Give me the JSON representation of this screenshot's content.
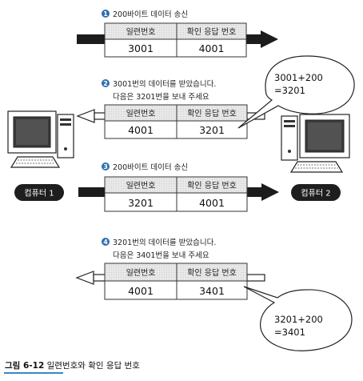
{
  "steps": [
    {
      "num": "1",
      "lines": [
        "200바이트 데이터 송신"
      ]
    },
    {
      "num": "2",
      "lines": [
        "3001번의 데이터를 받았습니다.",
        "다음은 3201번을 보내 주세요"
      ]
    },
    {
      "num": "3",
      "lines": [
        "200바이트 데이터 송신"
      ]
    },
    {
      "num": "4",
      "lines": [
        "3201번의 데이터를 받았습니다.",
        "다음은 3401번을 보내 주세요"
      ]
    }
  ],
  "packets": [
    {
      "headers": [
        "일련번호",
        "확인 응답 번호"
      ],
      "values": [
        "3001",
        "4001"
      ]
    },
    {
      "headers": [
        "일련번호",
        "확인 응답 번호"
      ],
      "values": [
        "4001",
        "3201"
      ]
    },
    {
      "headers": [
        "일련번호",
        "확인 응답 번호"
      ],
      "values": [
        "3201",
        "4001"
      ]
    },
    {
      "headers": [
        "일련번호",
        "확인 응답 번호"
      ],
      "values": [
        "4001",
        "3401"
      ]
    }
  ],
  "bubbles": [
    {
      "lines": [
        "3001+200",
        "=3201"
      ]
    },
    {
      "lines": [
        "3201+200",
        "=3401"
      ]
    }
  ],
  "computers": [
    {
      "label": "컴퓨터 1"
    },
    {
      "label": "컴퓨터 2"
    }
  ],
  "caption": {
    "figure": "그림 6-12",
    "text": "일련번호와 확인 응답 번호"
  },
  "colors": {
    "step_badge": "#2f6fae",
    "pc_label_bg": "#1e1e1e",
    "caption_rule": "#3a88c8"
  }
}
